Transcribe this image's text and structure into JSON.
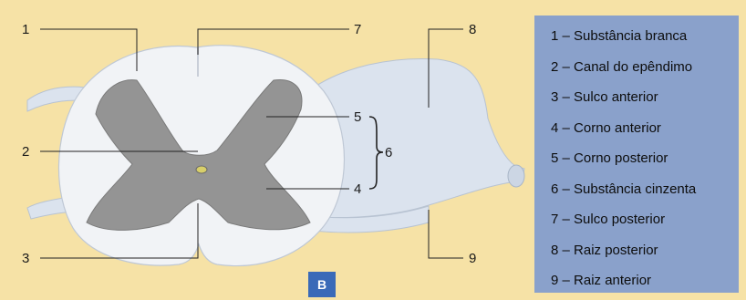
{
  "colors": {
    "background": "#f6e2a6",
    "white_matter": "#f1f3f6",
    "grey_matter": "#949494",
    "nerve_roots": "#dbe3ee",
    "legend_panel": "#8aa1cb",
    "badge": "#3a6ab8"
  },
  "labels": [
    "1",
    "2",
    "3",
    "4",
    "5",
    "6",
    "7",
    "8",
    "9"
  ],
  "panel_badge": "B",
  "legend": [
    "1 – Substância branca",
    "2 – Canal do epêndimo",
    "3 – Sulco anterior",
    "4 – Corno anterior",
    "5 – Corno posterior",
    "6 – Substância cinzenta",
    "7 – Sulco posterior",
    "8 – Raiz posterior",
    "9 – Raiz anterior"
  ]
}
